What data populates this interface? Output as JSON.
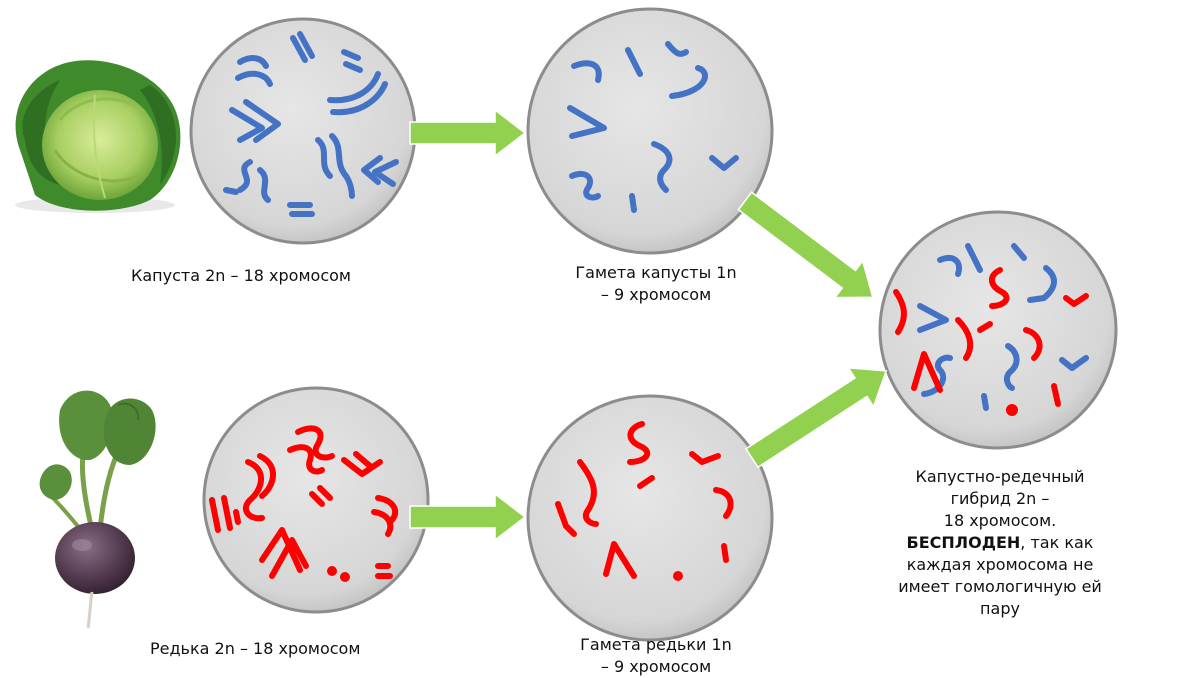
{
  "colors": {
    "cabbage_chromosome": "#4472c4",
    "radish_chromosome": "#ff0000",
    "arrow": "#92d050",
    "cell_fill": "#d9d9d9",
    "cell_stroke": "#8c8c8c"
  },
  "icons": {
    "cabbage": "cabbage-image",
    "radish": "radish-image"
  },
  "labels": {
    "cabbage_parent": "Капуста 2n – 18 хромосом",
    "cabbage_gamete_line1": "Гамета капусты 1n",
    "cabbage_gamete_line2": "– 9 хромосом",
    "radish_parent": "Редька 2n – 18 хромосом",
    "radish_gamete_line1": "Гамета редьки 1n",
    "radish_gamete_line2": "– 9 хромосом",
    "hybrid_line1": "Капустно-редечный",
    "hybrid_line2": "гибрид 2n –",
    "hybrid_line3": "18 хромосом.",
    "hybrid_bold": "БЕСПЛОДЕН",
    "hybrid_line4_rest": ", так как",
    "hybrid_line5": "каждая хромосома не",
    "hybrid_line6": "имеет гомологичную ей",
    "hybrid_line7": "пару"
  }
}
